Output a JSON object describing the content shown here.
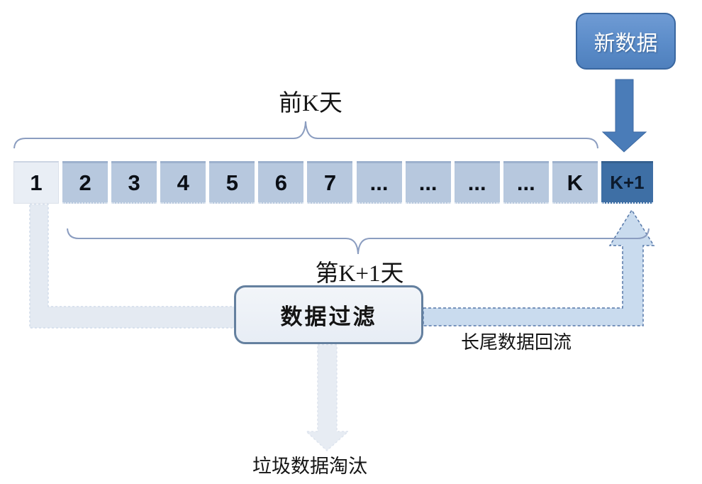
{
  "diagram": {
    "top_brace_label": "前K天",
    "bottom_brace_label": "第K+1天",
    "new_data_label": "新数据",
    "filter_label": "数据过滤",
    "long_tail_label": "长尾数据回流",
    "garbage_label": "垃圾数据淘汰"
  },
  "row": {
    "cells": [
      "1",
      "2",
      "3",
      "4",
      "5",
      "6",
      "7",
      "...",
      "...",
      "...",
      "...",
      "K",
      "K+1"
    ]
  },
  "colors": {
    "cell_fill": "#b7c8de",
    "cell_first_fill": "#e9eef5",
    "cell_kplus1_fill": "#3e6fa5",
    "new_data_fill": "#5b8cc9",
    "solid_arrow": "#4a7cb8",
    "light_path": "#e4eaf2",
    "return_path": "#c9dbee",
    "brace_stroke": "#8b9dc0"
  }
}
